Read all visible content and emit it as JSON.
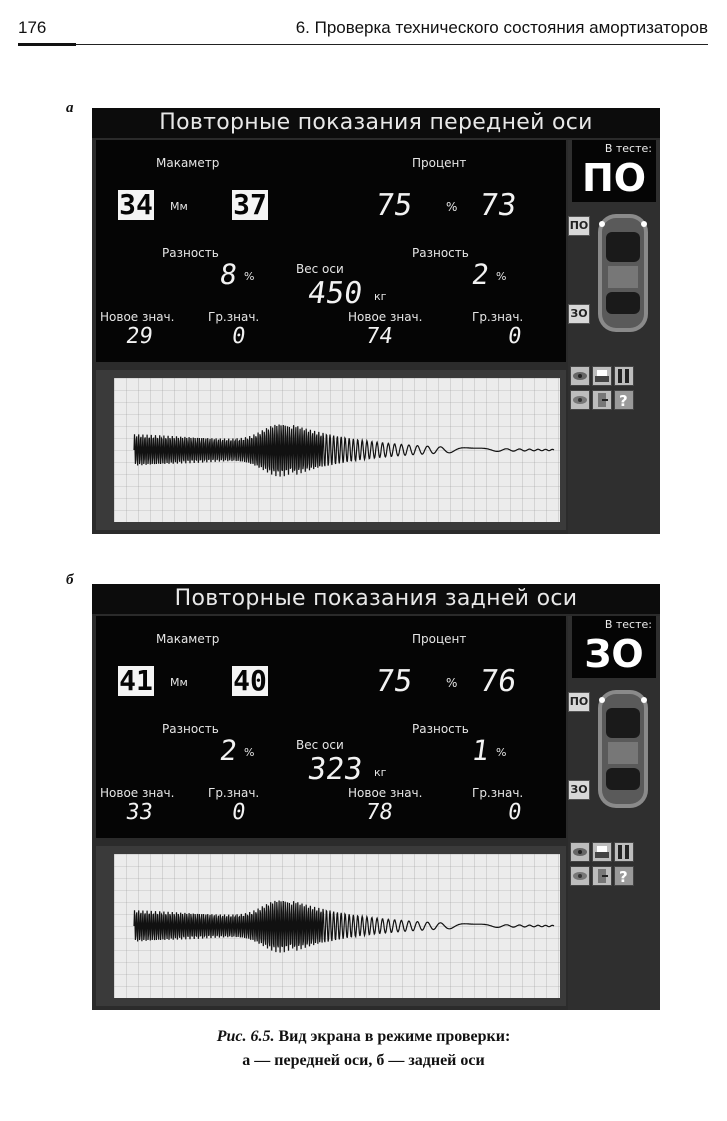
{
  "page": {
    "number": "176",
    "running_head": "6. Проверка технического состояния амортизаторов"
  },
  "panels": [
    {
      "letter": "а",
      "title": "Повторные показания передней оси",
      "labels": {
        "makametr": "Макаметр",
        "percent": "Процент",
        "diff_left": "Разность",
        "diff_right": "Разность",
        "axle_weight": "Вес оси",
        "new_val_1": "Новое знач.",
        "limit_val_1": "Гр.знач.",
        "new_val_2": "Новое знач.",
        "limit_val_2": "Гр.знач."
      },
      "values": {
        "mm_left": "34",
        "mm_right": "37",
        "mm_unit": "Мм",
        "pct_left": "75",
        "pct_unit": "%",
        "pct_right": "73",
        "diff_left": "8",
        "diff_left_unit": "%",
        "weight": "450",
        "weight_unit": "кг",
        "diff_right": "2",
        "diff_right_unit": "%",
        "new_val_1": "29",
        "limit_val_1": "0",
        "new_val_2": "74",
        "limit_val_2": "0"
      },
      "side": {
        "in_test_label": "В тесте:",
        "in_test_value": "ПО",
        "front_btn": "ПО",
        "rear_btn": "ЗО"
      }
    },
    {
      "letter": "б",
      "title": "Повторные показания задней оси",
      "labels": {
        "makametr": "Макаметр",
        "percent": "Процент",
        "diff_left": "Разность",
        "diff_right": "Разность",
        "axle_weight": "Вес оси",
        "new_val_1": "Новое знач.",
        "limit_val_1": "Гр.знач.",
        "new_val_2": "Новое знач.",
        "limit_val_2": "Гр.знач."
      },
      "values": {
        "mm_left": "41",
        "mm_right": "40",
        "mm_unit": "Мм",
        "pct_left": "75",
        "pct_unit": "%",
        "pct_right": "76",
        "diff_left": "2",
        "diff_left_unit": "%",
        "weight": "323",
        "weight_unit": "кг",
        "diff_right": "1",
        "diff_right_unit": "%",
        "new_val_1": "33",
        "limit_val_1": "0",
        "new_val_2": "78",
        "limit_val_2": "0"
      },
      "side": {
        "in_test_label": "В тесте:",
        "in_test_value": "ЗО",
        "front_btn": "ПО",
        "rear_btn": "ЗО"
      }
    }
  ],
  "caption": {
    "label": "Рис. 6.5.",
    "line1": "Вид экрана в режиме проверки:",
    "line2": "а — передней оси, б — задней оси"
  }
}
